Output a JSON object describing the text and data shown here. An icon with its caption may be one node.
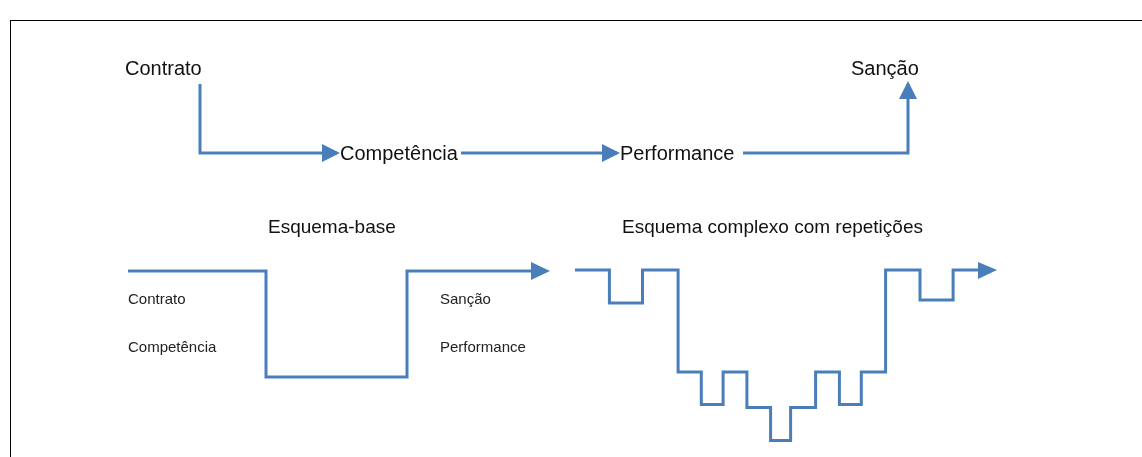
{
  "diagram": {
    "nodes": [
      {
        "text": [
          "Contrato"
        ]
      },
      {
        "text": [
          "Competência"
        ]
      },
      {
        "text": [
          "Performance"
        ]
      },
      {
        "text": [
          "Sanção"
        ]
      }
    ],
    "edges": [
      {
        "from": 0,
        "to": 1,
        "arrow": "to"
      },
      {
        "from": 1,
        "to": 2,
        "arrow": "to"
      },
      {
        "from": 2,
        "to": 3,
        "arrow": "to"
      }
    ],
    "labels": [
      "Esquema-base",
      "Esquema complexo com repetições",
      "Contrato",
      "Sanção",
      "Competência",
      "Performance"
    ]
  }
}
